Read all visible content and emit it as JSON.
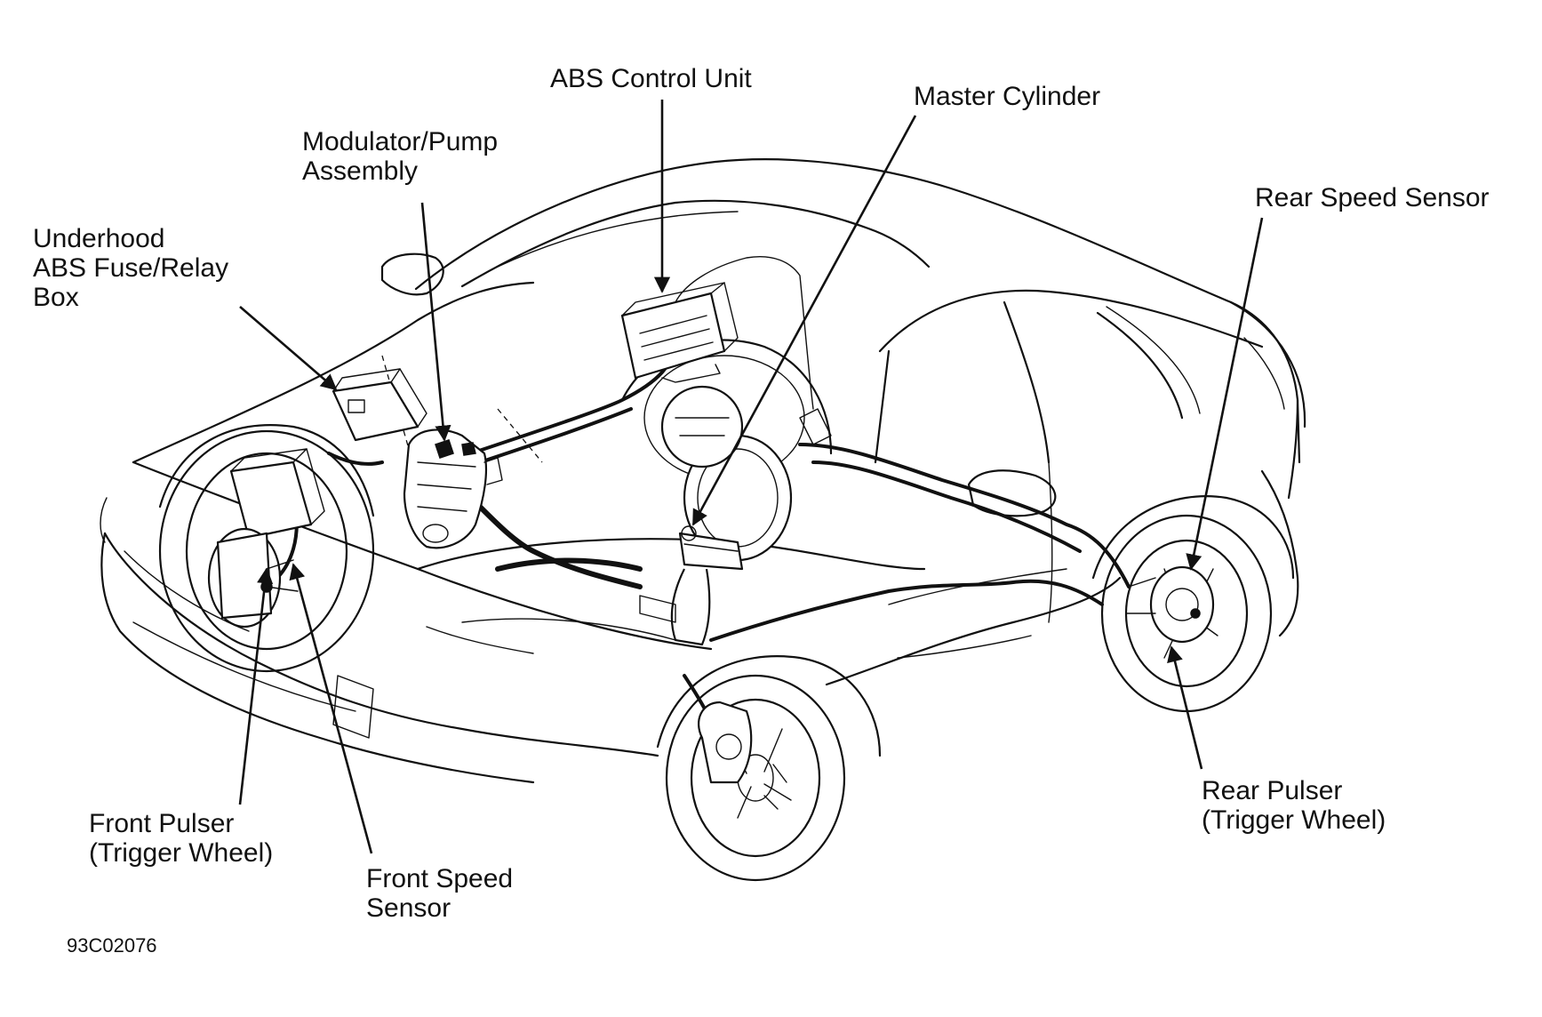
{
  "figure_code": "93C02076",
  "labels": {
    "abs_control_unit": [
      "ABS Control Unit"
    ],
    "master_cylinder": [
      "Master Cylinder"
    ],
    "modulator_pump_assembly": [
      "Modulator/Pump",
      "Assembly"
    ],
    "underhood_fuse_relay_box": [
      "Underhood",
      "ABS Fuse/Relay",
      "Box"
    ],
    "rear_speed_sensor": [
      "Rear Speed Sensor"
    ],
    "front_pulser": [
      "Front Pulser",
      "(Trigger Wheel)"
    ],
    "front_speed_sensor": [
      "Front Speed",
      "Sensor"
    ],
    "rear_pulser": [
      "Rear Pulser",
      "(Trigger Wheel)"
    ]
  }
}
